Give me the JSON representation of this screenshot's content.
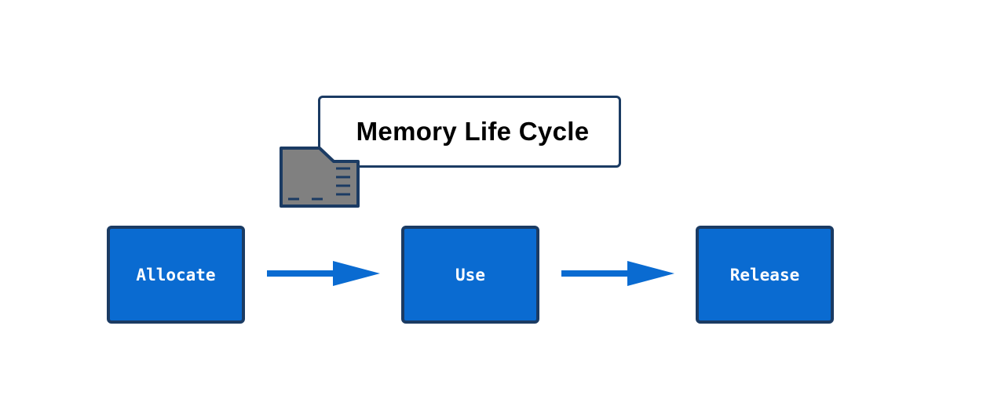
{
  "diagram": {
    "title": "Memory Life Cycle",
    "icon": "memory-card-icon",
    "steps": [
      {
        "label": "Allocate"
      },
      {
        "label": "Use"
      },
      {
        "label": "Release"
      }
    ],
    "colors": {
      "step_fill": "#0a6bd1",
      "border": "#1b3b63",
      "arrow": "#0a6bd1",
      "icon_fill": "#808080"
    }
  }
}
